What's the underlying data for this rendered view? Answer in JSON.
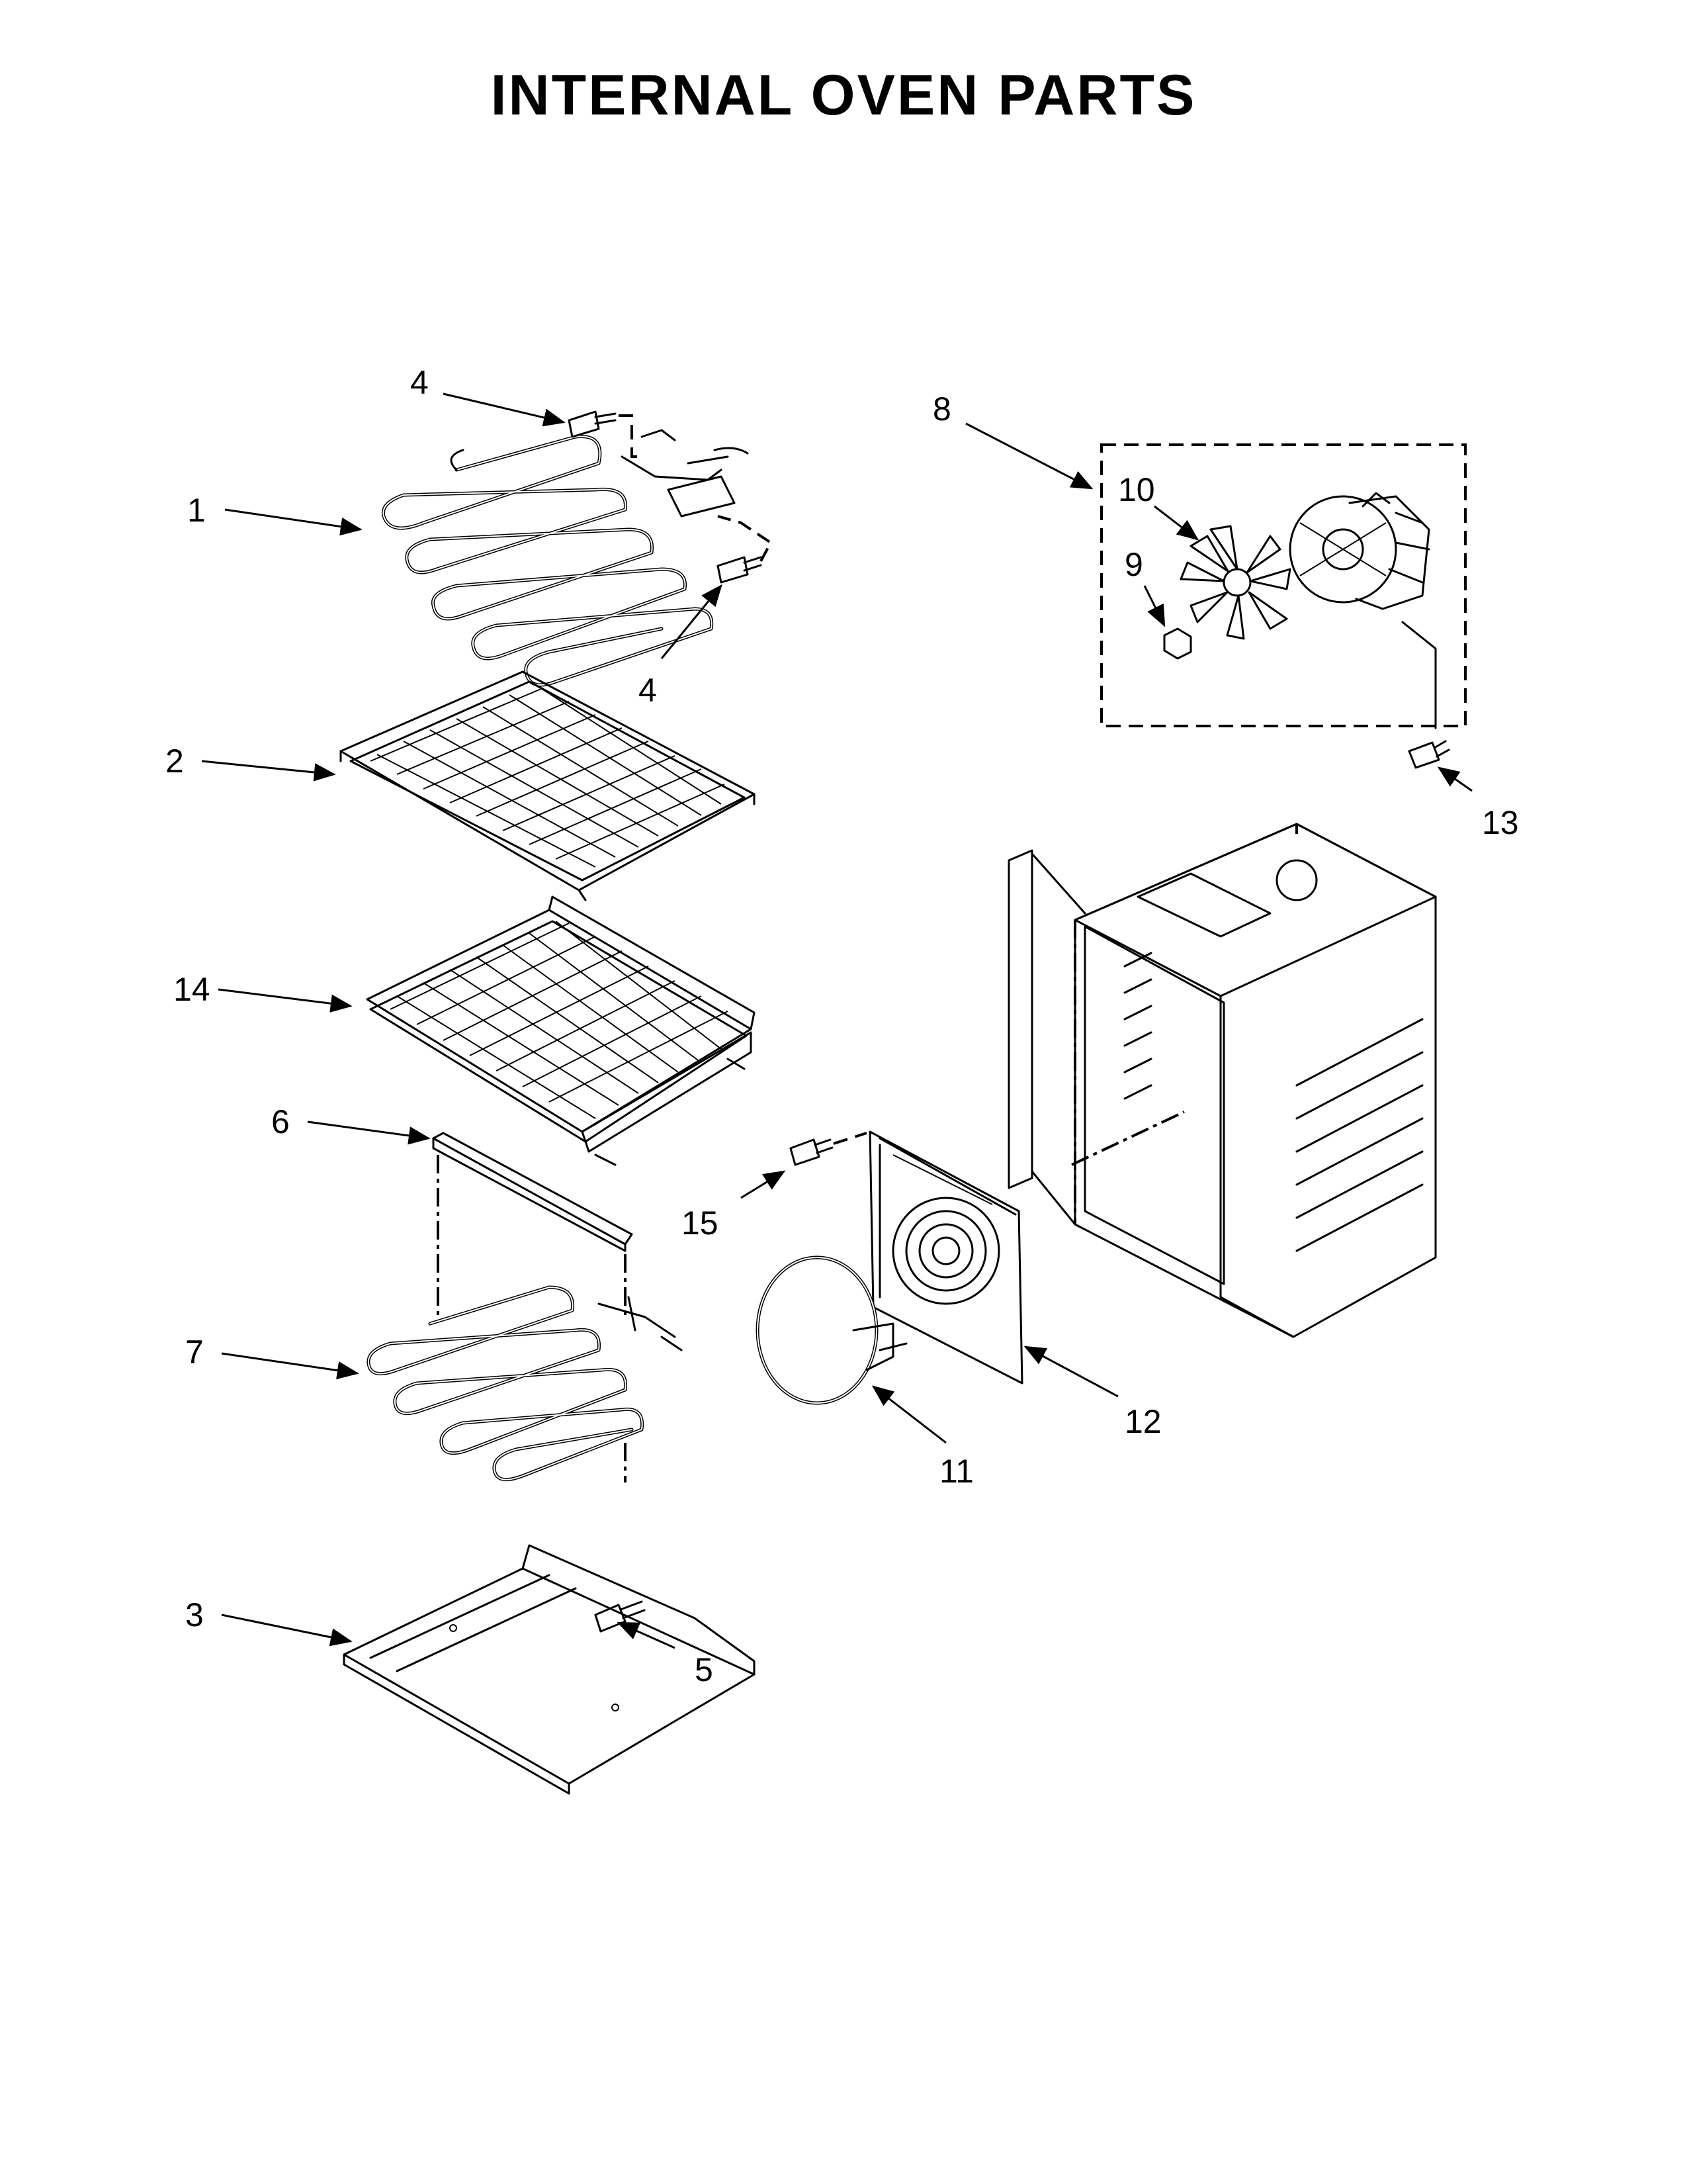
{
  "title": "INTERNAL OVEN PARTS",
  "callouts": {
    "c1": "1",
    "c2": "2",
    "c3": "3",
    "c4a": "4",
    "c4b": "4",
    "c5": "5",
    "c6": "6",
    "c7": "7",
    "c8": "8",
    "c9": "9",
    "c10": "10",
    "c11": "11",
    "c12": "12",
    "c13": "13",
    "c14": "14",
    "c15": "15"
  },
  "icons": [
    "broil-element-icon",
    "oven-rack-icon",
    "roller-rack-icon",
    "bake-element-icon",
    "element-cover-icon",
    "bottom-panel-icon",
    "screw-icon",
    "convection-fan-icon",
    "fan-motor-icon",
    "convection-element-icon",
    "fan-cover-icon",
    "oven-cavity-icon"
  ]
}
